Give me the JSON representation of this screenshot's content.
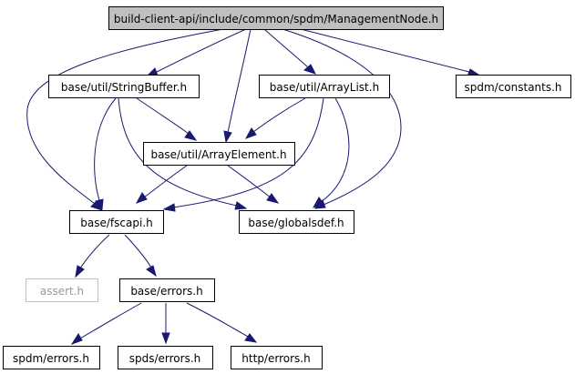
{
  "graph": {
    "root": "build-client-api/include/common/spdm/ManagementNode.h",
    "nodes": {
      "management_node": "build-client-api/include/common/spdm/ManagementNode.h",
      "string_buffer": "base/util/StringBuffer.h",
      "array_list": "base/util/ArrayList.h",
      "spdm_constants": "spdm/constants.h",
      "array_element": "base/util/ArrayElement.h",
      "fscapi": "base/fscapi.h",
      "globalsdef": "base/globalsdef.h",
      "assert": "assert.h",
      "base_errors": "base/errors.h",
      "spdm_errors": "spdm/errors.h",
      "spds_errors": "spds/errors.h",
      "http_errors": "http/errors.h"
    },
    "edges": [
      [
        "management_node",
        "string_buffer"
      ],
      [
        "management_node",
        "array_list"
      ],
      [
        "management_node",
        "spdm_constants"
      ],
      [
        "management_node",
        "array_element"
      ],
      [
        "management_node",
        "fscapi"
      ],
      [
        "management_node",
        "globalsdef"
      ],
      [
        "string_buffer",
        "array_element"
      ],
      [
        "string_buffer",
        "fscapi"
      ],
      [
        "string_buffer",
        "globalsdef"
      ],
      [
        "array_list",
        "array_element"
      ],
      [
        "array_list",
        "fscapi"
      ],
      [
        "array_list",
        "globalsdef"
      ],
      [
        "array_element",
        "fscapi"
      ],
      [
        "array_element",
        "globalsdef"
      ],
      [
        "fscapi",
        "assert"
      ],
      [
        "fscapi",
        "base_errors"
      ],
      [
        "base_errors",
        "spdm_errors"
      ],
      [
        "base_errors",
        "spds_errors"
      ],
      [
        "base_errors",
        "http_errors"
      ]
    ],
    "colors": {
      "edge": "#191970",
      "root_fill": "#bfbfbf",
      "missing_border": "#bfbfbf",
      "node_border": "#000000"
    }
  }
}
